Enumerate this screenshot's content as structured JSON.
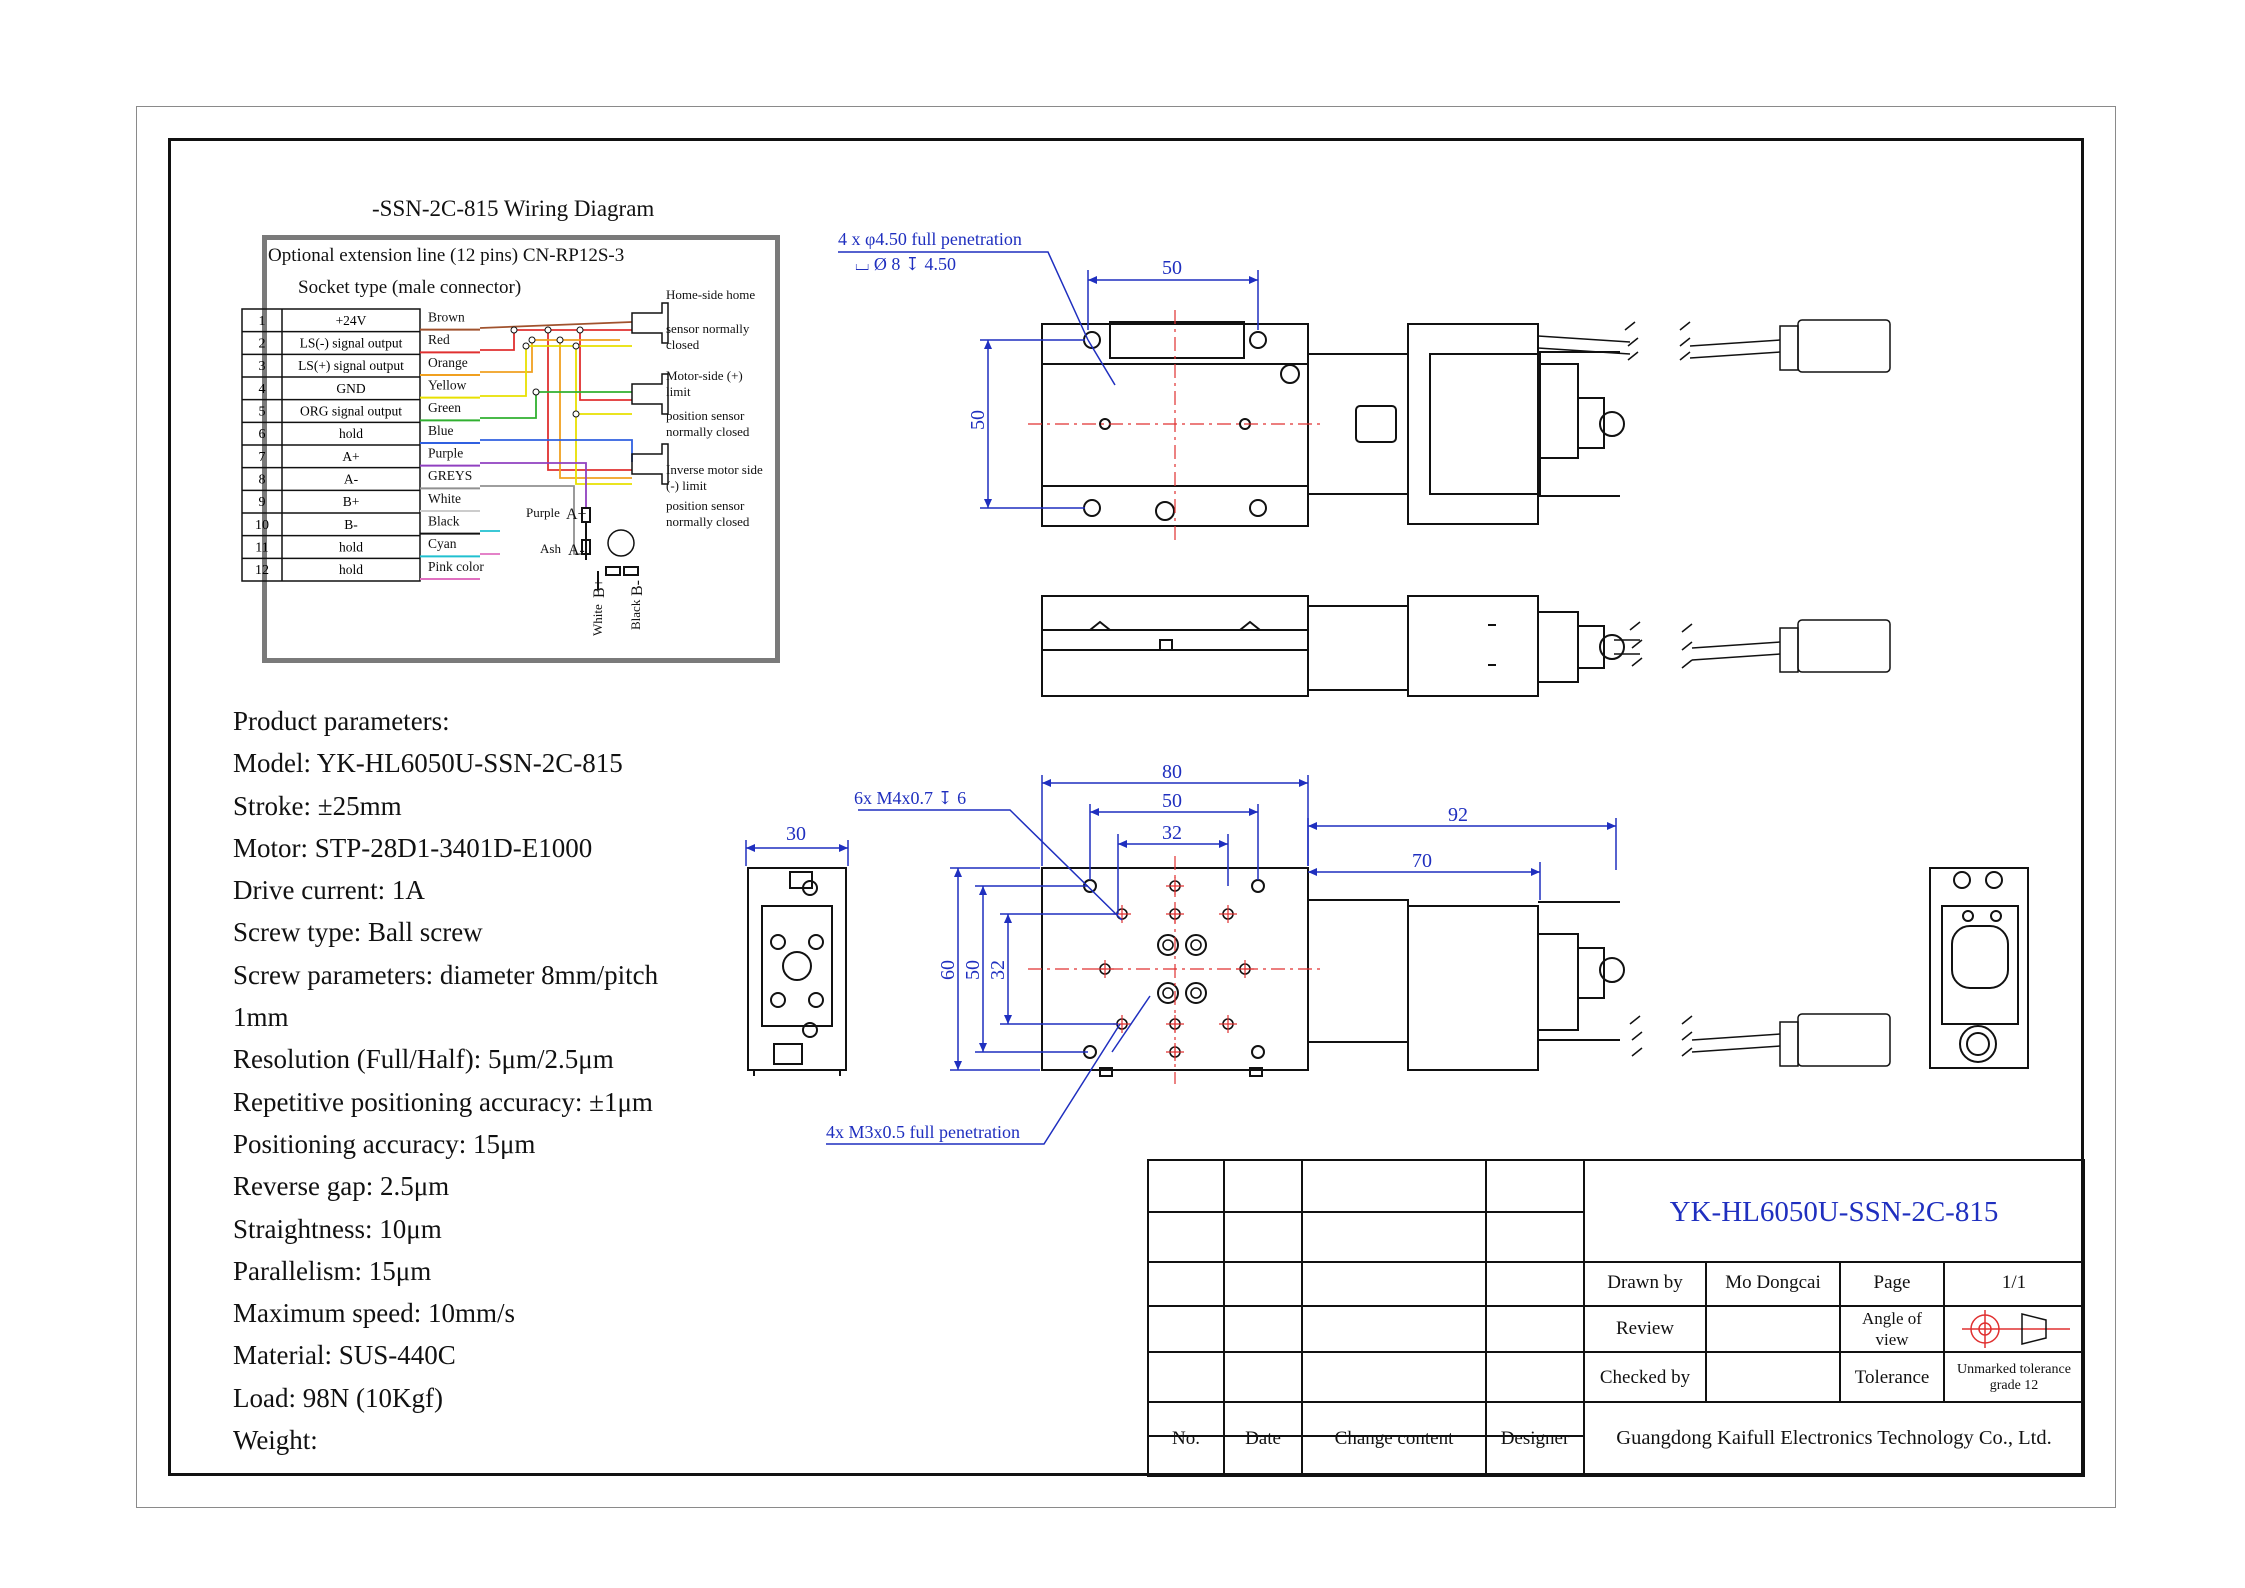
{
  "wiring": {
    "title": "-SSN-2C-815 Wiring Diagram",
    "extension_line": "Optional extension line (12 pins) CN-RP12S-3",
    "socket_type": "Socket type (male connector)",
    "pins": [
      {
        "no": "1",
        "signal": "+24V",
        "wire": "Brown"
      },
      {
        "no": "2",
        "signal": "LS(-) signal output",
        "wire": "Red"
      },
      {
        "no": "3",
        "signal": "LS(+) signal output",
        "wire": "Orange"
      },
      {
        "no": "4",
        "signal": "GND",
        "wire": "Yellow"
      },
      {
        "no": "5",
        "signal": "ORG signal output",
        "wire": "Green"
      },
      {
        "no": "6",
        "signal": "hold",
        "wire": "Blue"
      },
      {
        "no": "7",
        "signal": "A+",
        "wire": "Purple"
      },
      {
        "no": "8",
        "signal": "A-",
        "wire": "GREYS"
      },
      {
        "no": "9",
        "signal": "B+",
        "wire": "White"
      },
      {
        "no": "10",
        "signal": "B-",
        "wire": "Black"
      },
      {
        "no": "11",
        "signal": "hold",
        "wire": "Cyan"
      },
      {
        "no": "12",
        "signal": "hold",
        "wire": "Pink color"
      }
    ],
    "sensors": {
      "home": [
        "Home-side home",
        "sensor normally",
        "closed"
      ],
      "motor_side": [
        "Motor-side (+)",
        "limit",
        "position sensor",
        "normally closed"
      ],
      "inverse": [
        "Inverse motor side",
        "(-) limit",
        "position sensor",
        "normally closed"
      ]
    },
    "motor_labels": {
      "purple": "Purple",
      "a_plus": "A+",
      "ash": "Ash",
      "a_minus": "A-",
      "white": "White",
      "b_plus": "B+",
      "black": "Black",
      "b_minus": "B-"
    },
    "colors": {
      "brown": "#a0522d",
      "red": "#e03030",
      "orange": "#f0a020",
      "yellow": "#e8e000",
      "green": "#30b030",
      "blue": "#3060e0",
      "purple": "#9040c0",
      "grey": "#909090",
      "white": "#cccccc",
      "black": "#111111",
      "cyan": "#20c0d0",
      "pink": "#e070c0"
    }
  },
  "drawing": {
    "top_view": {
      "hole_note_1": "4 x φ4.50 full penetration",
      "hole_note_2": "⌴ Ø 8 ↧ 4.50",
      "dim_width": "50",
      "dim_height": "50"
    },
    "bottom_view": {
      "tap_note": "6x M4x0.7 ↧ 6",
      "hole_note": "4x M3x0.5 full penetration",
      "dim_80": "80",
      "dim_50": "50",
      "dim_32": "32",
      "dim_92": "92",
      "dim_70": "70",
      "dim_v60": "60",
      "dim_v50": "50",
      "dim_v32": "32",
      "dim_side_30": "30"
    },
    "line_color": "#1f2fbf"
  },
  "parameters": [
    "Product parameters:",
    "Model: YK-HL6050U-SSN-2C-815",
    "Stroke: ±25mm",
    "Motor: STP-28D1-3401D-E1000",
    "Drive current: 1A",
    "Screw type: Ball screw",
    "Screw parameters: diameter 8mm/pitch",
    "1mm",
    "Resolution (Full/Half): 5μm/2.5μm",
    "Repetitive positioning accuracy: ±1μm",
    "Positioning accuracy: 15μm",
    "Reverse gap: 2.5μm",
    "Straightness: 10μm",
    "Parallelism: 15μm",
    "Maximum speed: 10mm/s",
    "Material: SUS-440C",
    "Load: 98N (10Kgf)",
    "Weight:"
  ],
  "title_block": {
    "model": "YK-HL6050U-SSN-2C-815",
    "drawn_by_label": "Drawn by",
    "drawn_by": "Mo Dongcai",
    "page_label": "Page",
    "page": "1/1",
    "review_label": "Review",
    "angle_label_1": "Angle of",
    "angle_label_2": "view",
    "checked_by_label": "Checked by",
    "tolerance_label": "Tolerance",
    "tolerance_1": "Unmarked tolerance",
    "tolerance_2": "grade 12",
    "col_no": "No.",
    "col_date": "Date",
    "col_change": "Change content",
    "col_designer": "Designer",
    "company": "Guangdong Kaifull Electronics Technology Co., Ltd."
  }
}
